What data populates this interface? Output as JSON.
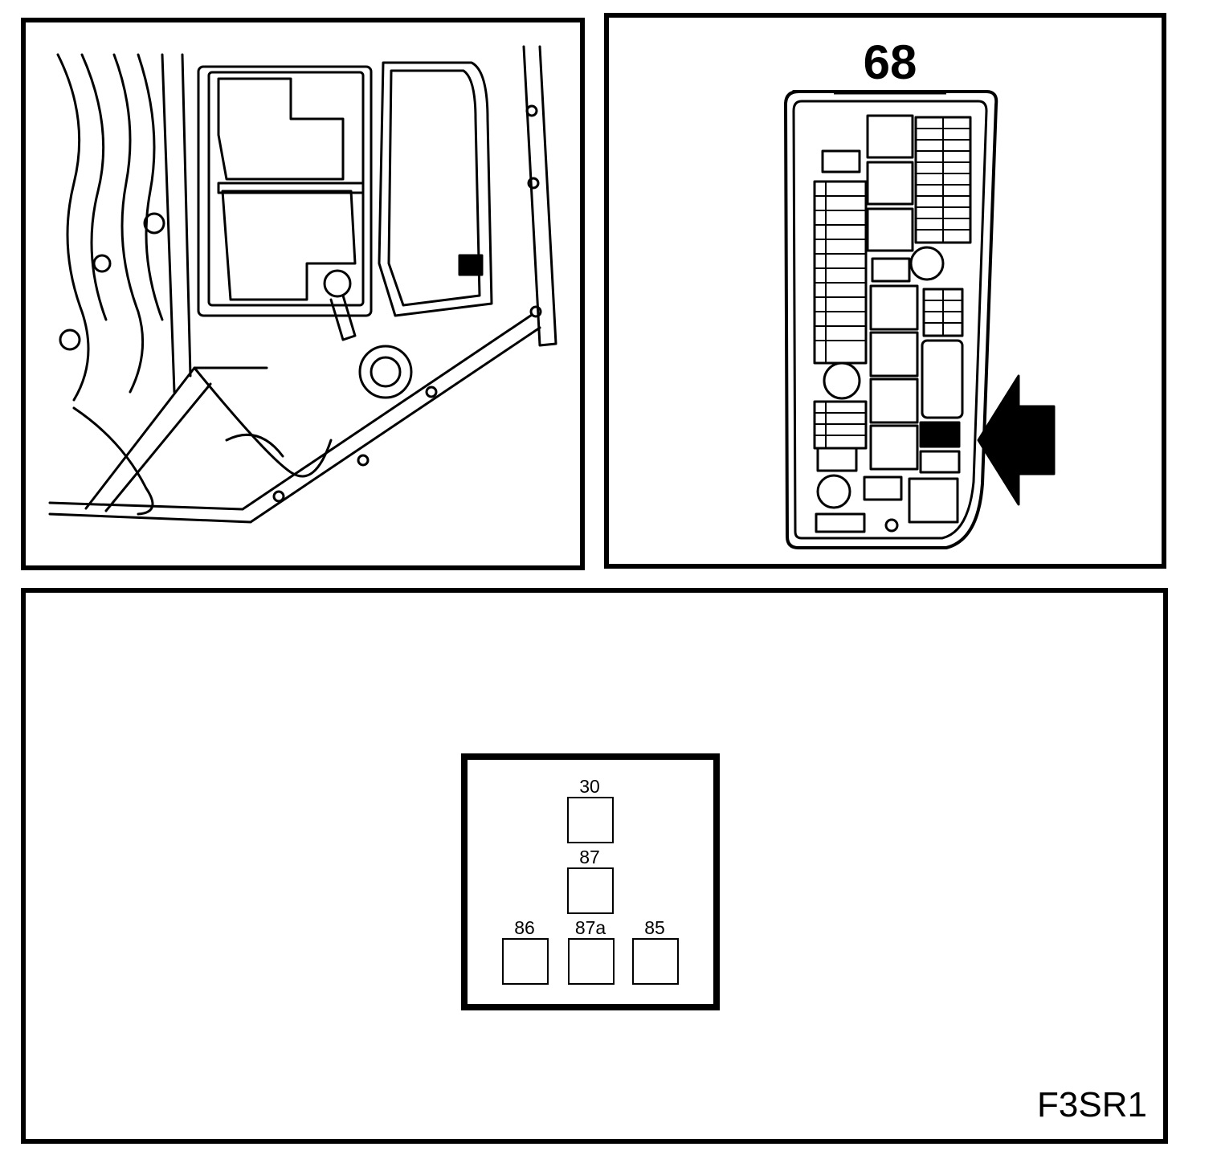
{
  "fuse_box": {
    "number": "68"
  },
  "relay_pins": {
    "pin_30": "30",
    "pin_87": "87",
    "pin_86": "86",
    "pin_87a": "87a",
    "pin_85": "85"
  },
  "figure_code": "F3SR1",
  "colors": {
    "line": "#000000",
    "background": "#ffffff"
  }
}
